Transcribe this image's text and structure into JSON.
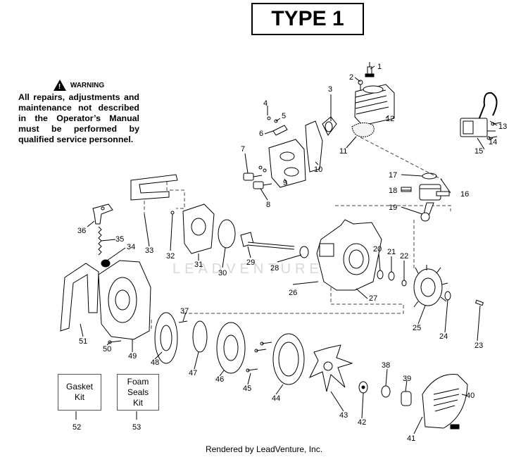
{
  "title": "TYPE 1",
  "warning": {
    "heading": "WARNING",
    "text": "All repairs, adjustments and maintenance not described in the Operator’s Manual must be performed by qualified service personnel."
  },
  "kits": [
    {
      "label": "Gasket\nKit",
      "callout": "52"
    },
    {
      "label": "Foam\nSeals\nKit",
      "callout": "53"
    }
  ],
  "watermark": "LEADVENTURE",
  "footer": "Rendered by LeadVenture, Inc.",
  "callouts": [
    "1",
    "2",
    "3",
    "4",
    "5",
    "6",
    "7",
    "8",
    "9",
    "10",
    "11",
    "12",
    "13",
    "14",
    "15",
    "16",
    "17",
    "18",
    "19",
    "20",
    "21",
    "22",
    "23",
    "24",
    "25",
    "26",
    "27",
    "28",
    "29",
    "30",
    "31",
    "32",
    "33",
    "34",
    "35",
    "36",
    "37",
    "38",
    "39",
    "40",
    "41",
    "42",
    "43",
    "44",
    "45",
    "46",
    "47",
    "48",
    "49",
    "50",
    "51"
  ]
}
